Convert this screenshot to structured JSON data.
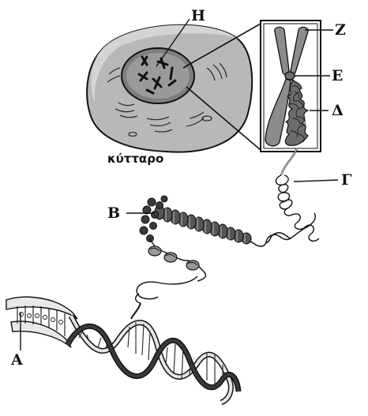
{
  "diagram": {
    "cell_caption": "κύτταρο",
    "labels": {
      "H": "Η",
      "Z": "Ζ",
      "E": "Ε",
      "Delta": "Δ",
      "Gamma": "Γ",
      "B": "Β",
      "A": "Α"
    },
    "colors": {
      "stroke": "#111111",
      "cytoplasm": "#b3b3b3",
      "nucleus": "#7a7a7a",
      "chromosome": "#8c8c8c",
      "dna_light": "#e6e6e6",
      "dna_dark": "#3a3a3a"
    }
  }
}
